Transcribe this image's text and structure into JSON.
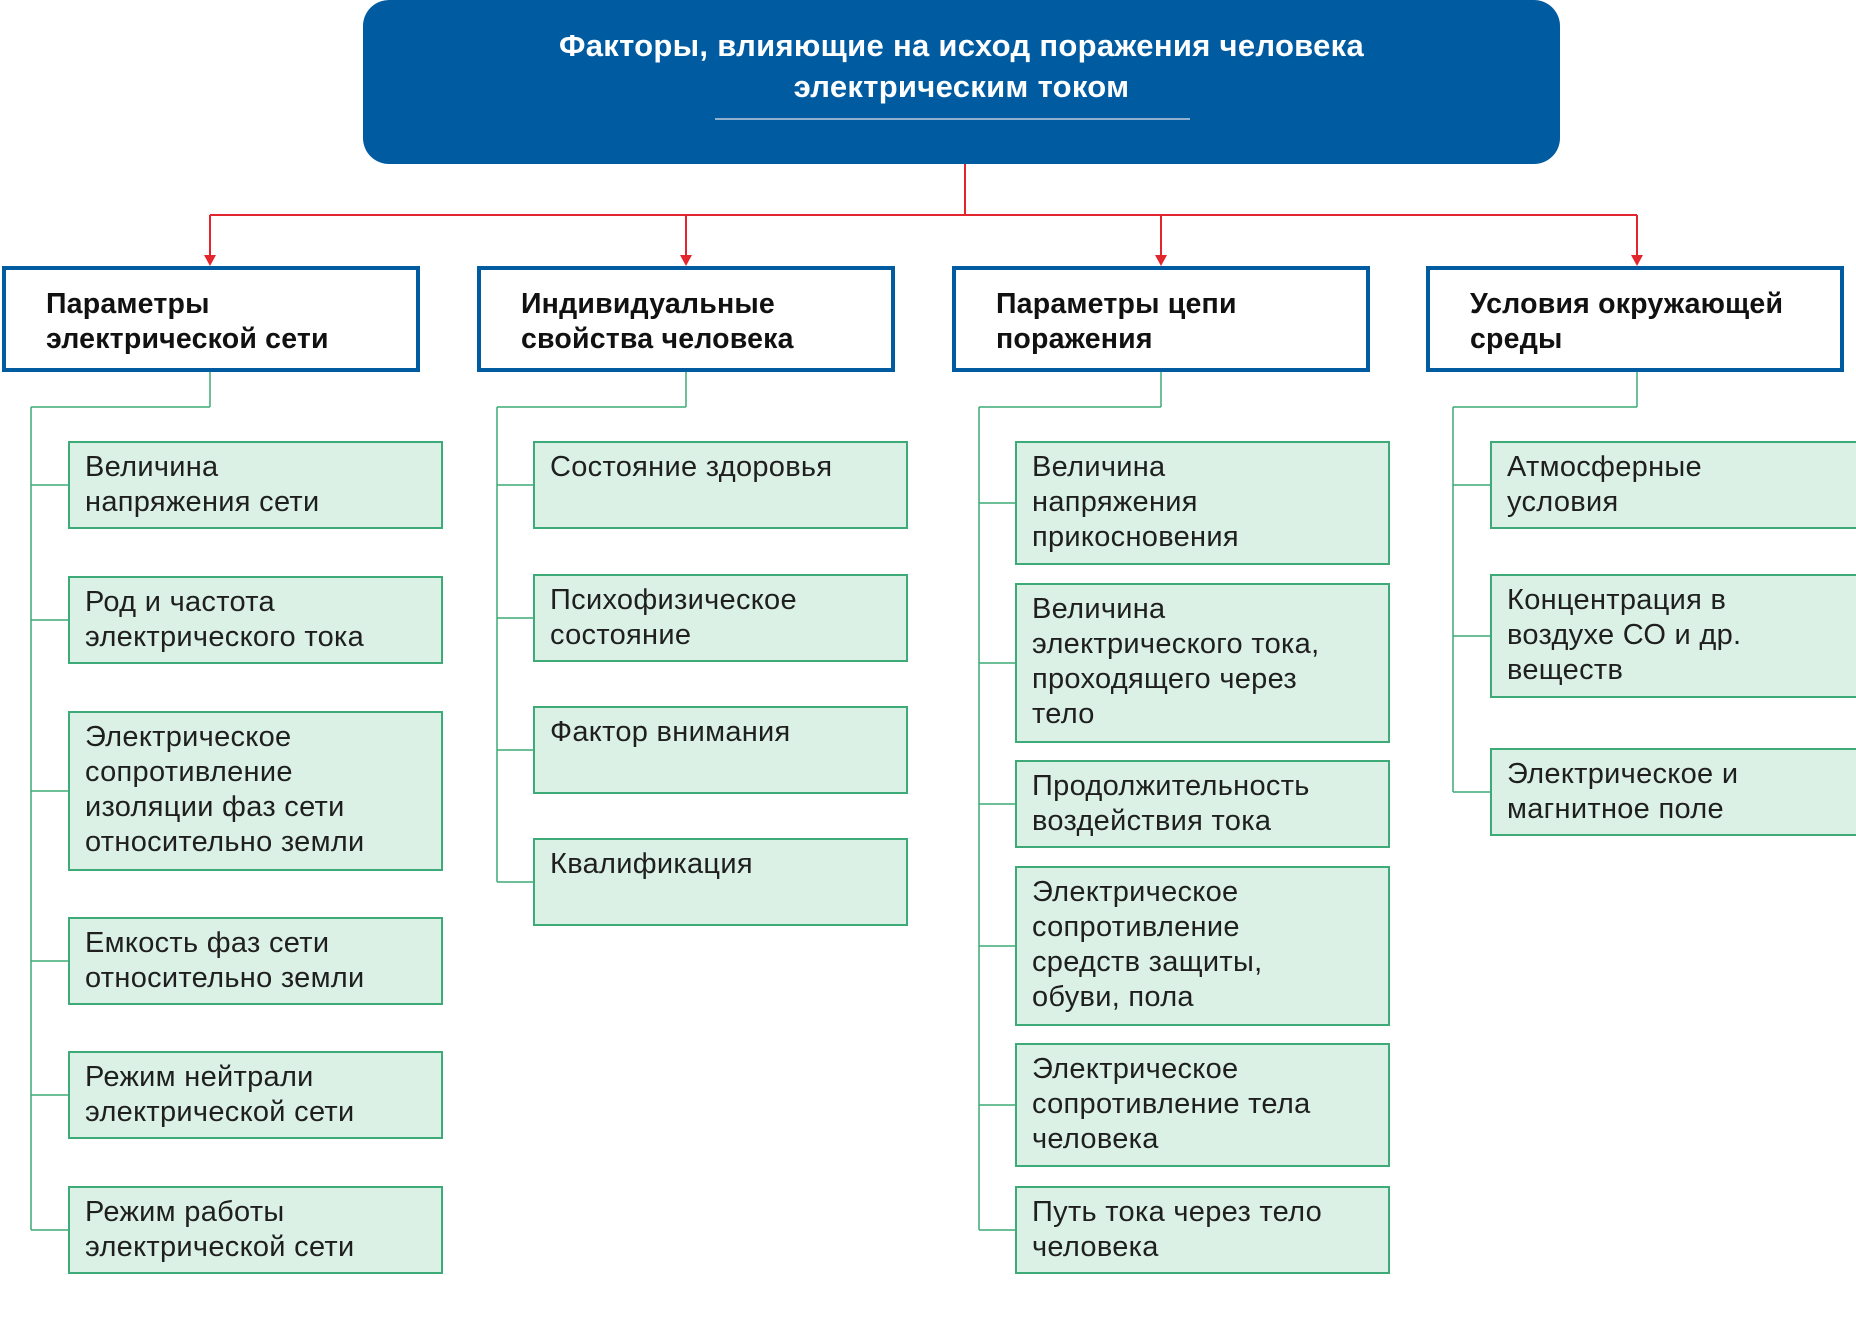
{
  "title_lines": [
    "Факторы, влияющие на исход поражения человека",
    "электрическим  током"
  ],
  "colors": {
    "root_fill": "#005ba1",
    "category_border": "#005ba1",
    "item_fill": "#dbf1e6",
    "item_border": "#3daa77",
    "red_connector": "#e3262e",
    "green_connector": "#3daa77"
  },
  "categories": [
    {
      "label_lines": [
        "Параметры",
        "электрической сети"
      ],
      "items": [
        [
          "Величина",
          "напряжения сети"
        ],
        [
          "Род и частота",
          "электрического тока"
        ],
        [
          "Электрическое",
          "сопротивление",
          "изоляции фаз сети",
          "относительно земли"
        ],
        [
          "Емкость фаз сети",
          "относительно земли"
        ],
        [
          "Режим нейтрали",
          "электрической сети"
        ],
        [
          "Режим работы",
          "электрической сети"
        ]
      ]
    },
    {
      "label_lines": [
        "Индивидуальные",
        "свойства человека"
      ],
      "items": [
        [
          "Состояние здоровья"
        ],
        [
          "Психофизическое",
          "состояние"
        ],
        [
          "Фактор внимания"
        ],
        [
          "Квалификация"
        ]
      ]
    },
    {
      "label_lines": [
        "Параметры цепи",
        "поражения"
      ],
      "items": [
        [
          "Величина",
          "напряжения",
          "прикосновения"
        ],
        [
          "Величина",
          "электрического тока,",
          "проходящего через",
          "тело"
        ],
        [
          "Продолжительность",
          "воздействия тока"
        ],
        [
          "Электрическое",
          "сопротивление",
          "средств защиты,",
          "обуви, пола"
        ],
        [
          "Электрическое",
          "сопротивление тела",
          "человека"
        ],
        [
          "Путь тока через тело",
          "человека"
        ]
      ]
    },
    {
      "label_lines": [
        "Условия окружающей",
        "среды"
      ],
      "items": [
        [
          "Атмосферные",
          "условия"
        ],
        [
          "Концентрация в",
          "воздухе СО и др.",
          "веществ"
        ],
        [
          "Электрическое и",
          "магнитное поле"
        ]
      ]
    }
  ]
}
